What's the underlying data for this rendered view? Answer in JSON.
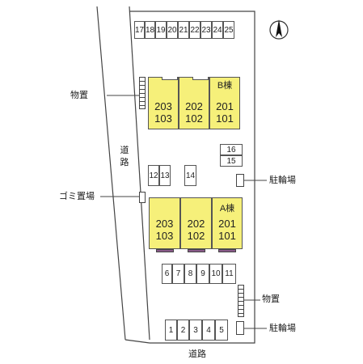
{
  "roads": {
    "west": "道路",
    "south": "道路"
  },
  "labels": {
    "storage_top": "物置",
    "storage_bottom": "物置",
    "garbage": "ゴミ置場",
    "bike_top": "駐輪場",
    "bike_bottom": "駐輪場"
  },
  "parking": {
    "top_row": [
      "17",
      "18",
      "19",
      "20",
      "21",
      "22",
      "23",
      "24",
      "25"
    ],
    "mid_pair": [
      "12",
      "13"
    ],
    "mid_single": [
      "14"
    ],
    "right_stack": [
      "16",
      "15"
    ],
    "row_6_11": [
      "6",
      "7",
      "8",
      "9",
      "10",
      "11"
    ],
    "bottom_row": [
      "1",
      "2",
      "3",
      "4",
      "5"
    ]
  },
  "building_b": {
    "name": "B棟",
    "units": [
      {
        "up": "203",
        "down": "103"
      },
      {
        "up": "202",
        "down": "102"
      },
      {
        "up": "201",
        "down": "101"
      }
    ]
  },
  "building_a": {
    "name": "A棟",
    "units": [
      {
        "up": "203",
        "down": "103"
      },
      {
        "up": "202",
        "down": "102"
      },
      {
        "up": "201",
        "down": "101"
      }
    ]
  },
  "compass": {
    "north_marker": "N"
  },
  "colors": {
    "building_fill": "#f6f07a",
    "accent_bar": "#8a5a8a"
  }
}
